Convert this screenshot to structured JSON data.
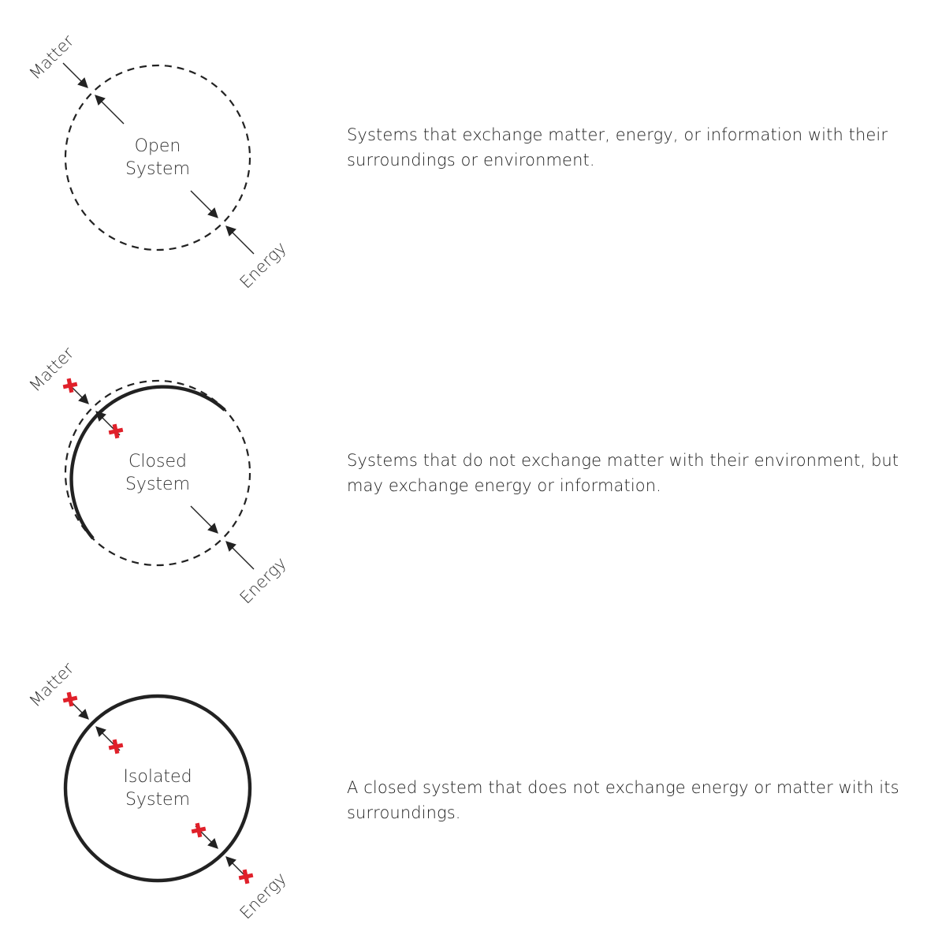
{
  "colors": {
    "stroke": "#222222",
    "blocked": "#e0202a",
    "text": "#333333"
  },
  "systems": [
    {
      "id": "open",
      "title_line1": "Open",
      "title_line2": "System",
      "matter_label": "Matter",
      "energy_label": "Energy",
      "boundary": "dashed",
      "matter_blocked": false,
      "energy_blocked": false,
      "description": "Systems that exchange matter, energy, or information with their surroundings or environment."
    },
    {
      "id": "closed",
      "title_line1": "Closed",
      "title_line2": "System",
      "matter_label": "Matter",
      "energy_label": "Energy",
      "boundary": "partly-solid",
      "matter_blocked": true,
      "energy_blocked": false,
      "description": "Systems that do not exchange matter with their environment, but may exchange energy or information."
    },
    {
      "id": "isolated",
      "title_line1": "Isolated",
      "title_line2": "System",
      "matter_label": "Matter",
      "energy_label": "Energy",
      "boundary": "solid",
      "matter_blocked": true,
      "energy_blocked": true,
      "description": "A closed system that does not exchange energy or matter with its surroundings."
    }
  ]
}
